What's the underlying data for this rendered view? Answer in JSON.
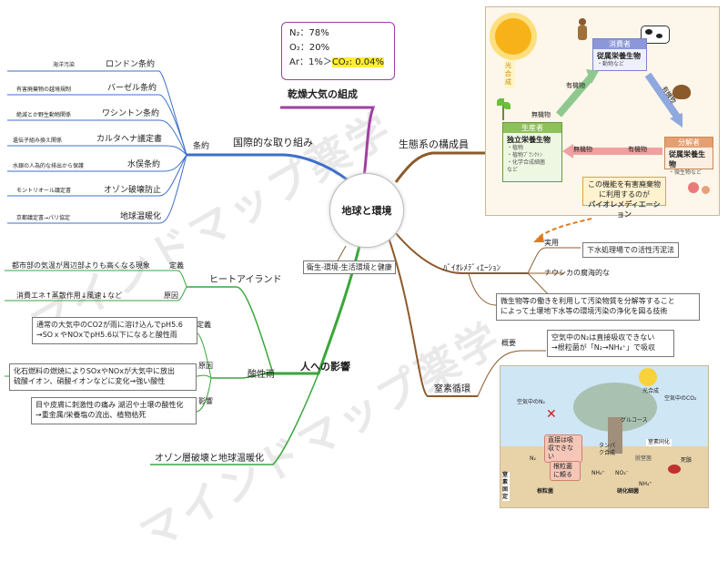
{
  "center": {
    "title": "地球と環境"
  },
  "tag": {
    "label": "衛生-環境-生活環境と健康"
  },
  "air": {
    "title": "乾燥大気の組成",
    "n2": "N₂：78%",
    "o2": "O₂：20%",
    "ar_prefix": "Ar：1%＞",
    "co2": "CO₂: 0.04%"
  },
  "international": {
    "title": "国際的な取り組み",
    "treaty_label": "条約",
    "treaties": [
      {
        "name": "ロンドン条約",
        "desc": "海洋汚染"
      },
      {
        "name": "バーゼル条約",
        "desc": "有害廃棄物の越境規制"
      },
      {
        "name": "ワシントン条約",
        "desc": "絶滅とか野生動物関係"
      },
      {
        "name": "カルタヘナ議定書",
        "desc": "遺伝子組み換え関係"
      },
      {
        "name": "水俣条約",
        "desc": "水銀の人為的な排出から保護"
      },
      {
        "name": "オゾン破壊防止",
        "desc": "モントリオール議定書"
      },
      {
        "name": "地球温暖化",
        "desc": "京都議定書→パリ協定"
      }
    ]
  },
  "human": {
    "title": "人への影響",
    "heat_island": {
      "title": "ヒートアイランド",
      "def_label": "定義",
      "def": "都市部の気温が周辺部よりも高くなる現象",
      "cause_label": "原因",
      "cause": "消費エネ↑蒸散作用↓風速↓など"
    },
    "acid_rain": {
      "title": "酸性雨",
      "def_label": "定義",
      "def1": "通常の大気中のCO2が雨に溶け込んでpH5.6",
      "def2": "→SOｘやNOxでpH5.6以下になると酸性雨",
      "cause_label": "原因",
      "cause1": "化石燃料の燃焼によりSOxやNOxが大気中に放出",
      "cause2": "硫酸イオン、硝酸イオンなどに変化→強い酸性",
      "effect_label": "影響",
      "effect1": "目や皮膚に刺激性の痛み 湖沼や土壌の酸性化",
      "effect2": "→重金属/栄養塩の流出、植物枯死"
    },
    "ozone": "オゾン層破壊と地球温暖化"
  },
  "ecosystem": {
    "title": "生態系の構成員",
    "sun_label": "光合成",
    "consumer": {
      "title": "消費者",
      "line1": "従属栄養生物",
      "line2": "・動物など"
    },
    "producer": {
      "title": "生産者",
      "line1": "独立栄養生物",
      "items": [
        "・植物",
        "・植物ﾌﾟﾗﾝｸﾄﾝ",
        "・化学合成細菌",
        "など"
      ]
    },
    "decomposer": {
      "title": "分解者",
      "line1": "従属栄養生物",
      "line2": "・微生物など"
    },
    "arrow_organic1": "有機物",
    "arrow_inorganic1": "無機物",
    "arrow_organic2": "有機物",
    "arrow_inorganic2": "無機物",
    "arrow_organic3": "有機物",
    "note1": "この機能を有害廃棄物",
    "note2": "に利用するのが",
    "note3": "バイオレメディエーション"
  },
  "bio": {
    "title": "ﾊﾞｲｵﾚﾒﾃﾞｨｴｰｼｮﾝ",
    "use_label": "実用",
    "use1": "下水処理場での活性汚泥法",
    "use2": "ナウシカの腐海的な",
    "desc1": "微生物等の働きを利用して汚染物質を分解等すること",
    "desc2": "によって土壌地下水等の環境汚染の浄化を図る技術"
  },
  "nitrogen": {
    "title": "窒素循環",
    "summary_label": "概要",
    "summary1": "空気中のN₂は直接吸収できない",
    "summary2": "→根粒菌が「N₂→NH₄⁺」で吸収",
    "air_n2": "空気中のN₂",
    "air_co2": "空気中のCO₂",
    "glucose": "グルコース",
    "photo": "光合成",
    "cannot": "直接は吸収できない",
    "n_assim": "窒素同化",
    "protein": "タンパク合成",
    "n2": "N₂",
    "nodule": "根粒菌に頼る",
    "nh4": "NH₄⁺",
    "no3": "NO₃⁻",
    "dead": "死骸",
    "rhizobia": "根粒菌",
    "nitrifier": "硝化細菌",
    "fixation": "窒素固定",
    "denitrify": "脱窒菌"
  },
  "watermark": {
    "text1": "マインドマップ薬学",
    "text2": "マインドマップ薬学"
  }
}
